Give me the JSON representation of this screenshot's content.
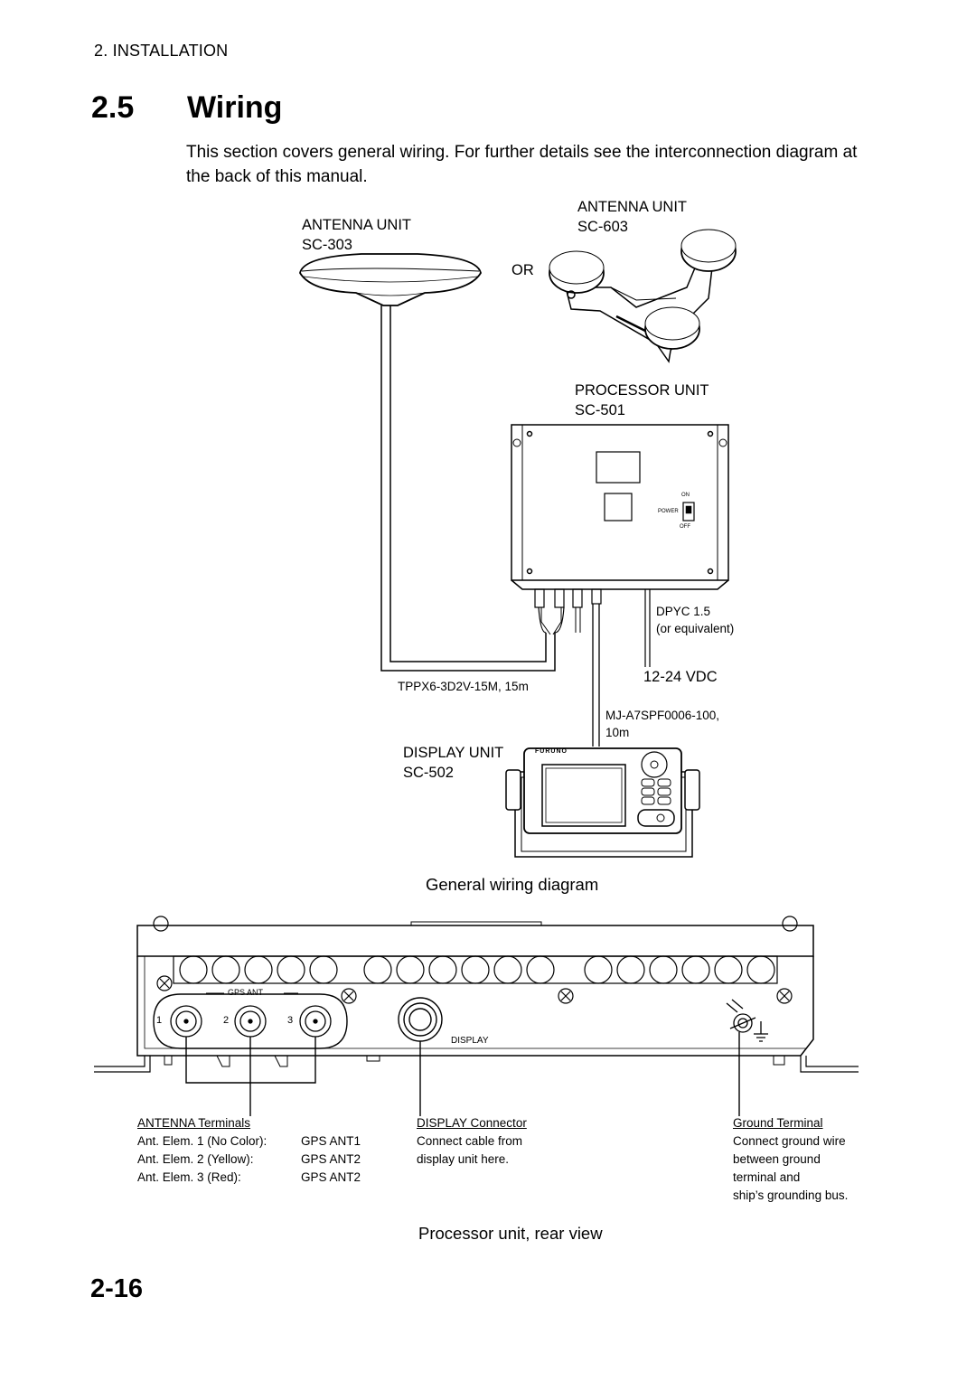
{
  "page": {
    "section_header": "2. INSTALLATION",
    "heading_number": "2.5",
    "heading_title": "Wiring",
    "intro": "This section covers general wiring. For further details see the interconnection diagram at the back of this manual.",
    "page_number": "2-16"
  },
  "wiring_diagram": {
    "antenna_303_name": "ANTENNA UNIT",
    "antenna_303_model": "SC-303",
    "or_label": "OR",
    "antenna_603_name": "ANTENNA UNIT",
    "antenna_603_model": "SC-603",
    "processor_name": "PROCESSOR UNIT",
    "processor_model": "SC-501",
    "power_on": "ON",
    "power_label": "POWER",
    "power_off": "OFF",
    "dpyc_line1": "DPYC 1.5",
    "dpyc_line2": "(or equivalent)",
    "vdc_label": "12-24 VDC",
    "tppx_cable": "TPPX6-3D2V-15M, 15m",
    "mj_cable_line1": "MJ-A7SPF0006-100,",
    "mj_cable_line2": "10m",
    "display_name": "DISPLAY UNIT",
    "display_model": "SC-502",
    "brand": "FURUNO",
    "caption": "General wiring diagram"
  },
  "rear_view": {
    "gps_ant_label": "GPS ANT",
    "connector_numbers": [
      "1",
      "2",
      "3"
    ],
    "display_label": "DISPLAY",
    "antenna_heading": "ANTENNA Terminals",
    "antenna_rows": [
      {
        "element": "Ant. Elem. 1 (No Color):",
        "port": "GPS ANT1"
      },
      {
        "element": "Ant. Elem. 2 (Yellow):",
        "port": "GPS ANT2"
      },
      {
        "element": "Ant. Elem. 3 (Red):",
        "port": "GPS ANT2"
      }
    ],
    "display_heading": "DISPLAY Connector",
    "display_lines": [
      "Connect cable from",
      "display unit here."
    ],
    "ground_heading": "Ground Terminal",
    "ground_lines": [
      "Connect ground wire",
      "between ground",
      "terminal and",
      "ship’s grounding bus."
    ],
    "caption": "Processor unit, rear view"
  }
}
